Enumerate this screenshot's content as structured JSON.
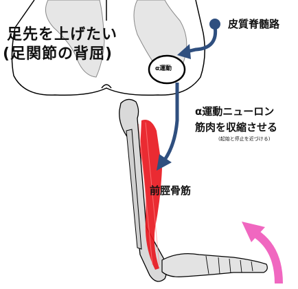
{
  "title": {
    "line1": "足先を上げたい",
    "line2": "(足関節の背屈)"
  },
  "labels": {
    "corticospinal": "皮質脊髄路",
    "alpha_motor_short": "α運動",
    "alpha_neuron_line1": "α運動ニューロン",
    "alpha_neuron_line2": "筋肉を収縮させる",
    "alpha_neuron_note": "(起始と停止を近づける)",
    "muscle": "前脛骨筋"
  },
  "colors": {
    "pathway": "#2f4f7f",
    "muscle": "#e8141c",
    "motion_arrow": "#f067c0",
    "bone_fill": "#d9d9d9",
    "outline": "#000000"
  },
  "icons": {
    "pathway_arrow": "arrow",
    "dorsiflexion_arrow": "curved-arrow-up"
  }
}
